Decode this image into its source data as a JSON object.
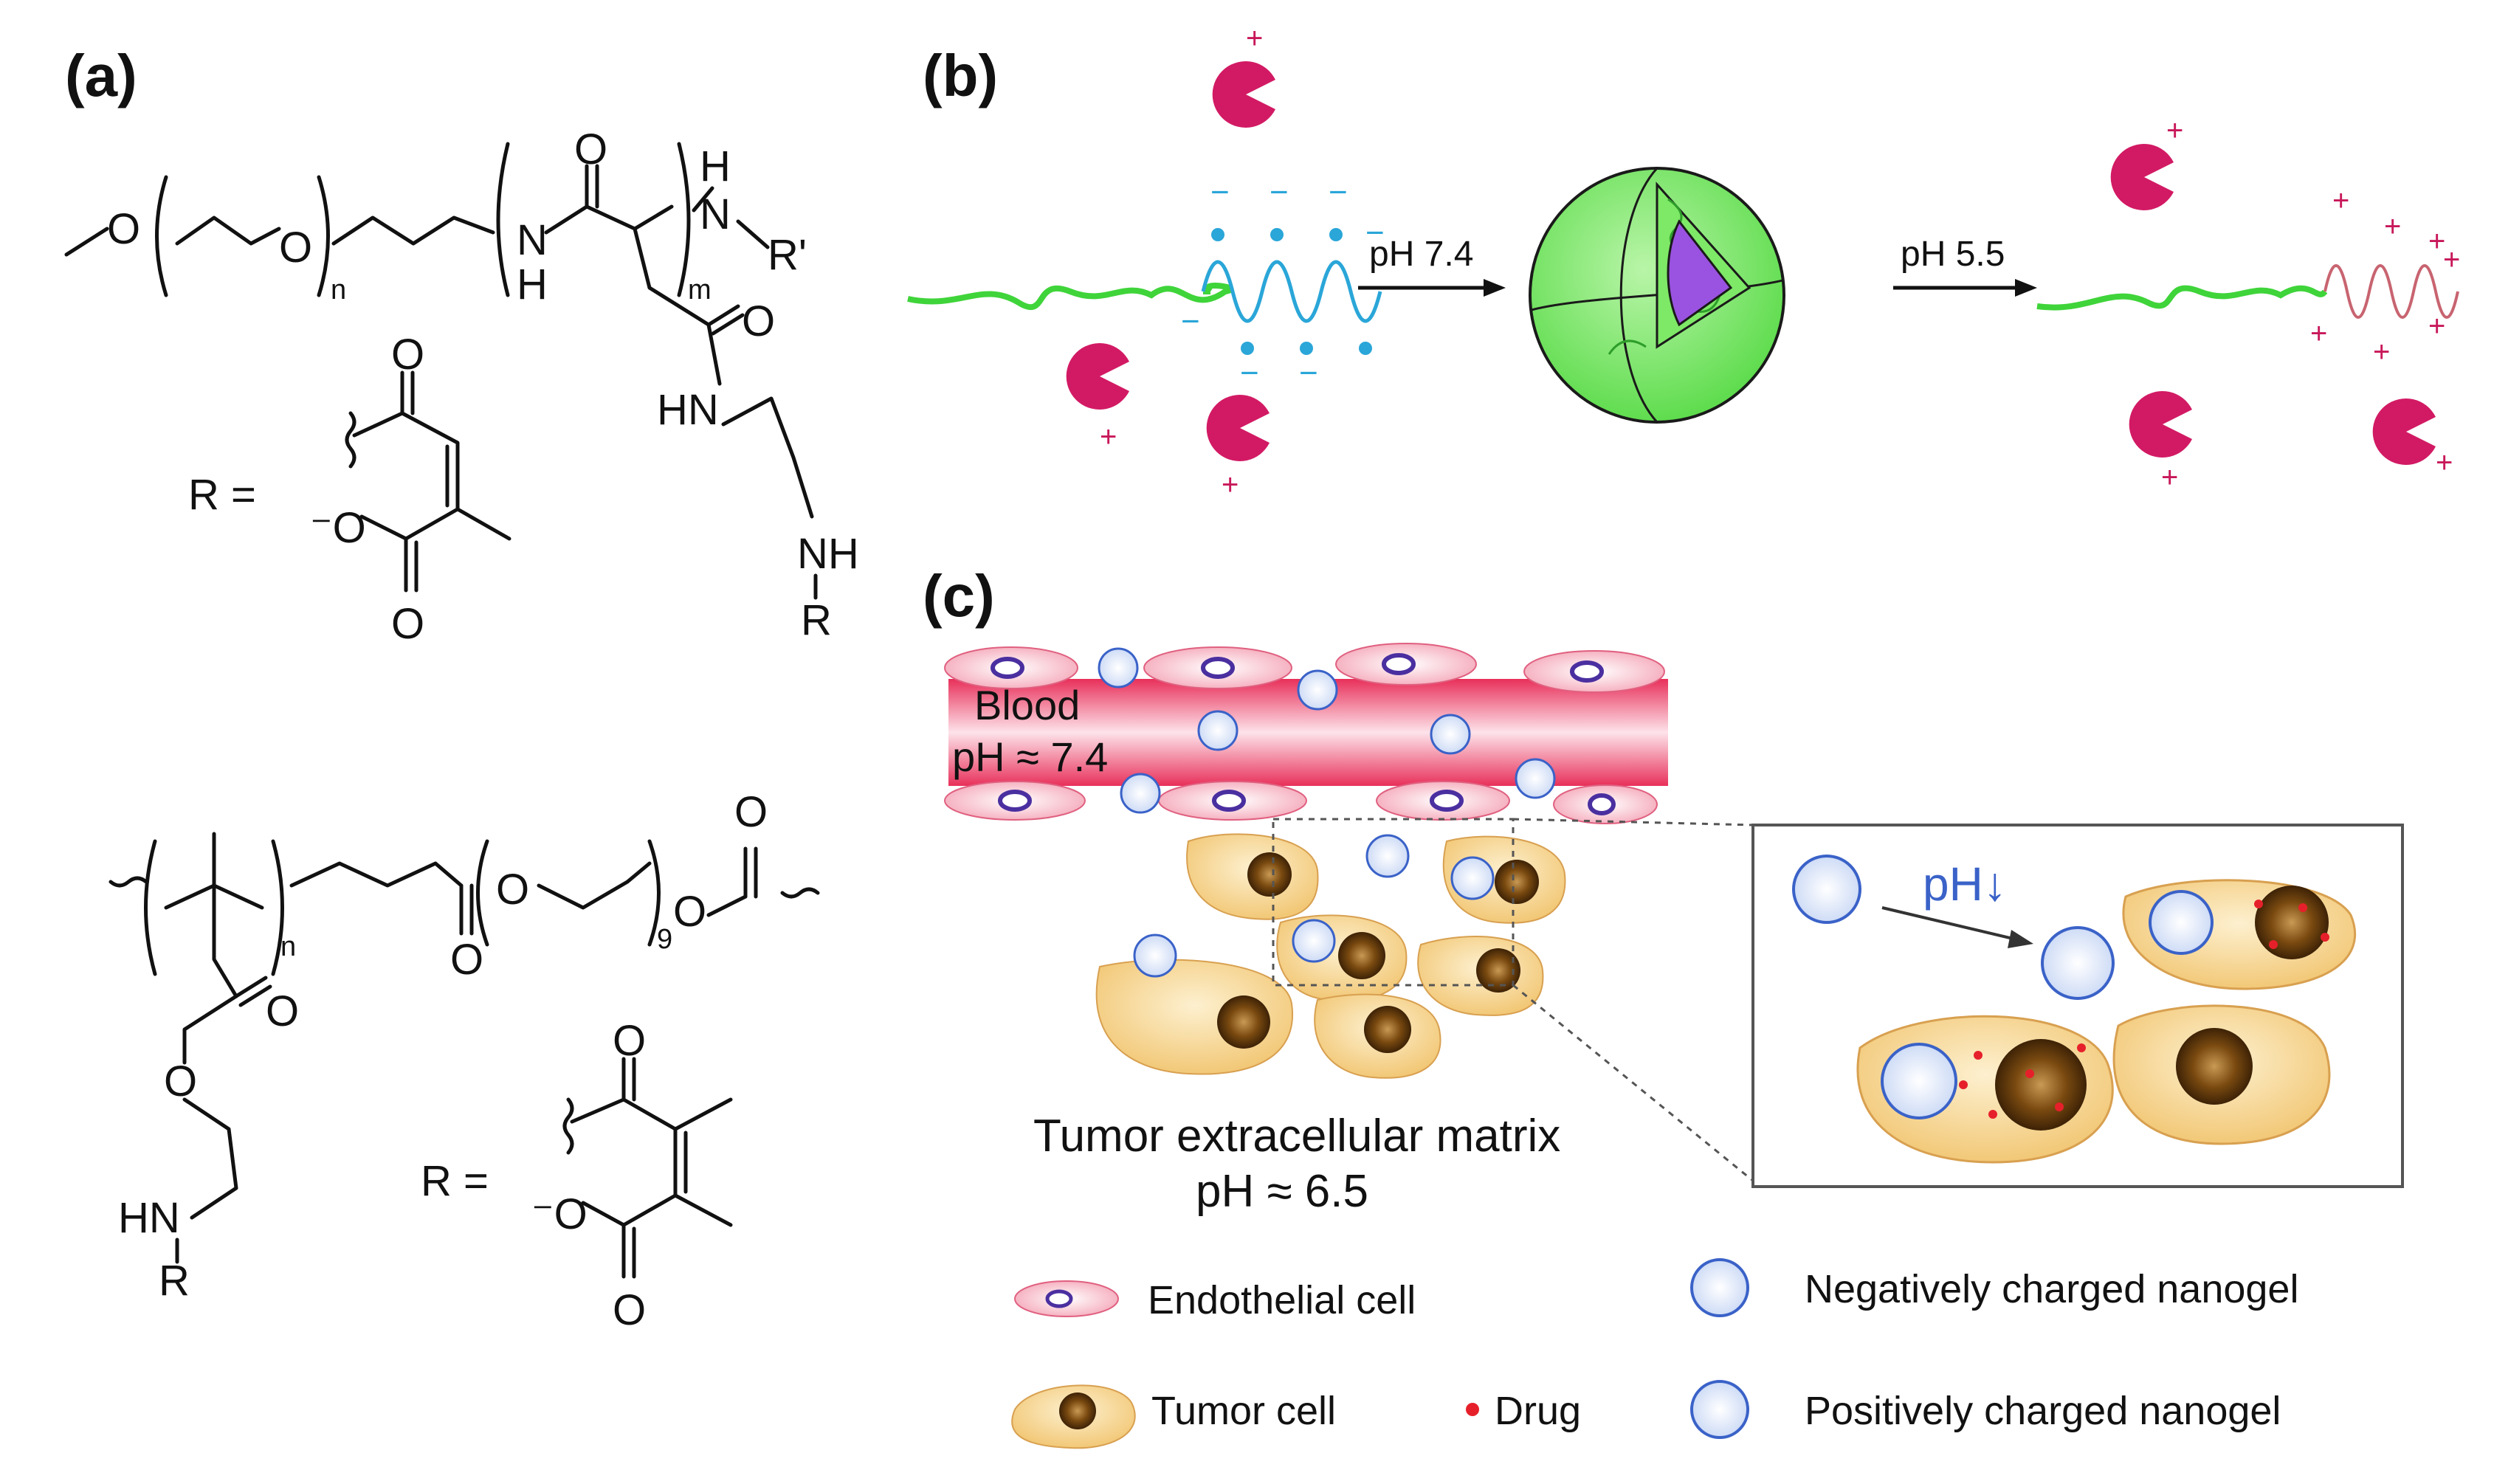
{
  "panel_labels": {
    "a": "(a)",
    "b": "(b)",
    "c": "(c)"
  },
  "structure_top": {
    "atoms": {
      "O_methoxy": "O",
      "O_chain": "O",
      "n": "n",
      "N_amide": "N",
      "H_amide": "H",
      "O_carbonyl": "O",
      "m": "m",
      "H_end": "H",
      "N_end": "N",
      "R_prime": "R'",
      "O_side": "O",
      "HN_side": "HN",
      "NH_end": "NH",
      "R_end": "R"
    },
    "r_label": "R =",
    "r_group_atoms": {
      "O_top": "O",
      "O_minus": "⁻O",
      "O_bottom": "O"
    }
  },
  "structure_bottom": {
    "atoms": {
      "n": "n",
      "O_ester": "O",
      "O_peg": "O",
      "subscript_9": "9",
      "O_end": "O",
      "O_end2": "O",
      "O_keto": "O",
      "O_ether": "O",
      "HN": "HN",
      "R": "R"
    },
    "r_label": "R =",
    "r_group_atoms": {
      "O_top": "O",
      "O_minus": "⁻O",
      "O_bottom": "O"
    }
  },
  "panel_b": {
    "arrow1_label": "pH 7.4",
    "arrow2_label": "pH 5.5",
    "plus": "+",
    "minus": "−"
  },
  "panel_c": {
    "blood_label": "Blood",
    "blood_ph": "pH ≈ 7.4",
    "inset_label": "pH↓",
    "matrix_label": "Tumor extracellular matrix",
    "matrix_ph": "pH ≈ 6.5",
    "legend": {
      "endothelial": "Endothelial cell",
      "tumor": "Tumor cell",
      "drug": "Drug",
      "neg_nanogel": "Negatively charged nanogel",
      "pos_nanogel": "Positively charged nanogel"
    }
  },
  "colors": {
    "magenta": "#d21a64",
    "green": "#3fd43a",
    "purple": "#9a52e0",
    "cyan": "#2aa6d8",
    "blood_red": "#e8305a",
    "tumor_cell": "#f7d28e",
    "nucleus": "#7a4a10",
    "nanogel_blue": "#3a62c8"
  }
}
